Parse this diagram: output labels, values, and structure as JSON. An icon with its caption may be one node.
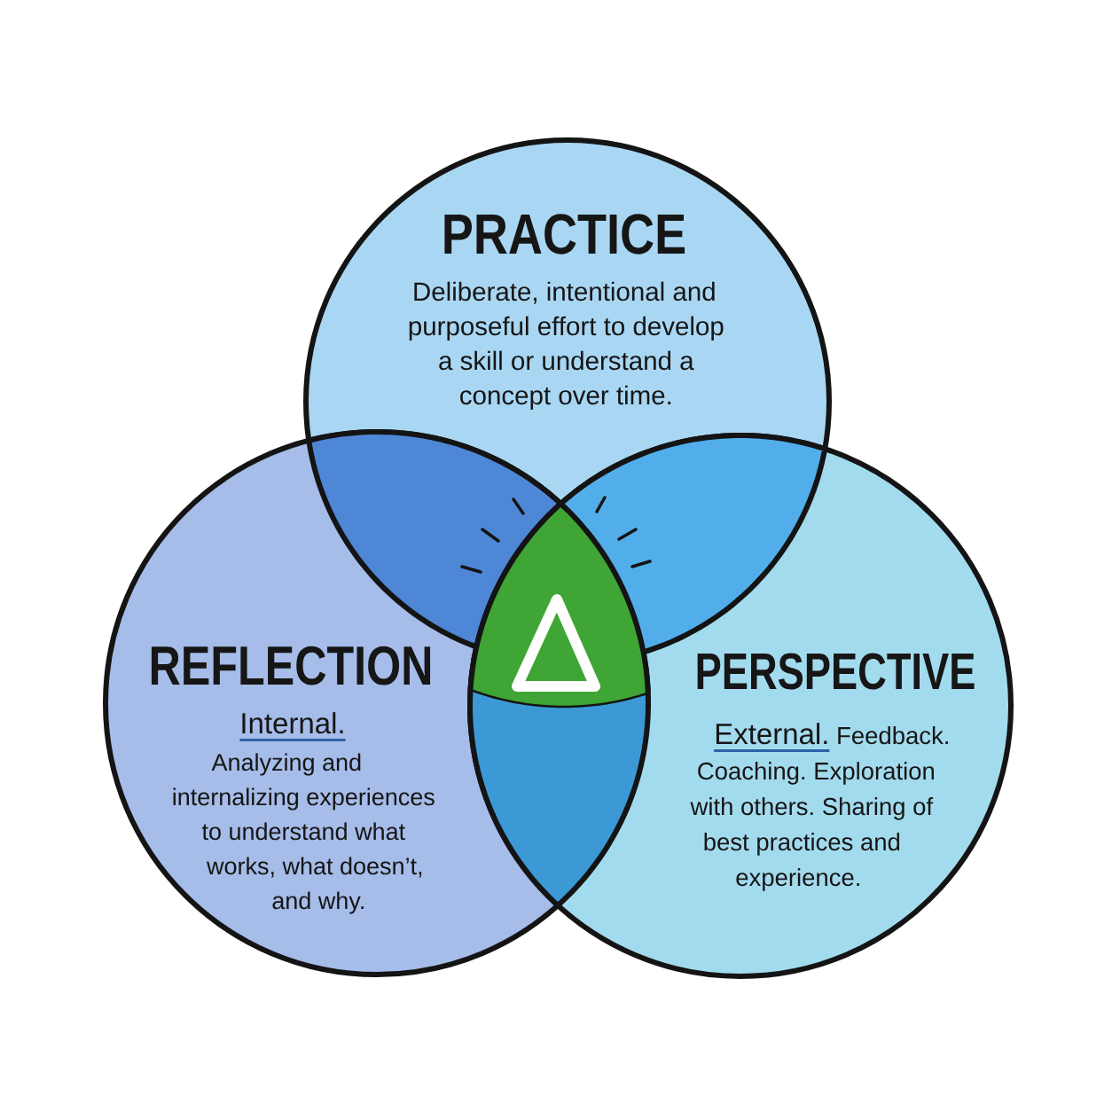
{
  "diagram": {
    "nodes": [
      {
        "text": [
          "PRACTICE",
          "Deliberate, intentional and purposeful effort to develop a skill or understand a concept over time."
        ]
      },
      {
        "text": [
          "REFLECTION",
          "Internal.",
          "Analyzing and internalizing experiences to understand what works, what doesn’t, and why."
        ]
      },
      {
        "text": [
          "PERSPECTIVE",
          "External.",
          "Feedback. Coaching. Exploration with others. Sharing of best practices and experience."
        ]
      }
    ]
  }
}
